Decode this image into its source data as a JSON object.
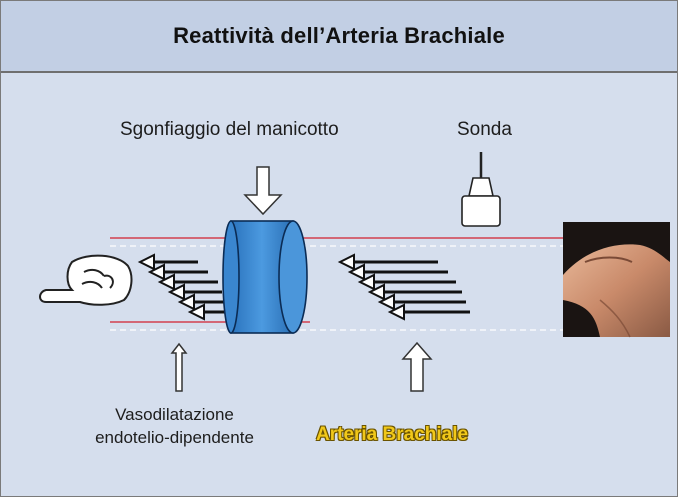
{
  "header": {
    "title": "Reattività dell’Arteria Brachiale"
  },
  "labels": {
    "cuff_deflation": "Sgonfiaggio del manicotto",
    "probe": "Sonda",
    "vasodilation": "Vasodilatazione endotelio-dipendente",
    "artery": "Arteria Brachiale"
  },
  "colors": {
    "background": "#d5deed",
    "header": "#c2cfe4",
    "cuff": "#2f7fc8",
    "vessel_line": "#d2202f",
    "artery_label": "#f1c81a"
  },
  "icons": [
    "hand-icon",
    "cuff-icon",
    "ultrasound-probe-icon",
    "arm-photo"
  ]
}
